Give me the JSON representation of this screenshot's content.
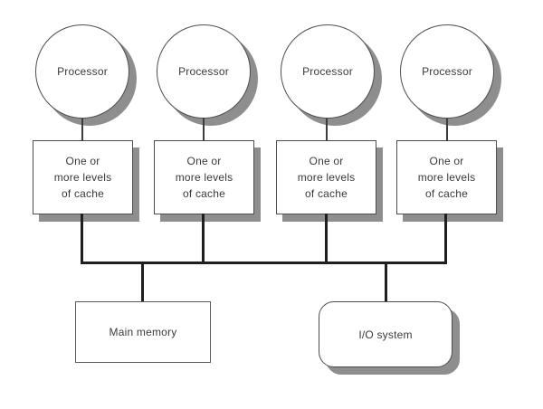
{
  "diagram": {
    "processors": [
      {
        "label": "Processor"
      },
      {
        "label": "Processor"
      },
      {
        "label": "Processor"
      },
      {
        "label": "Processor"
      }
    ],
    "caches": [
      {
        "label": "One or\nmore levels\nof cache"
      },
      {
        "label": "One or\nmore levels\nof cache"
      },
      {
        "label": "One or\nmore levels\nof cache"
      },
      {
        "label": "One or\nmore levels\nof cache"
      }
    ],
    "memory": {
      "label": "Main memory"
    },
    "io": {
      "label": "I/O system"
    }
  },
  "colors": {
    "bg": "#ffffff",
    "border": "#4d4d4d",
    "shadow": "#8e8e8e",
    "bus": "#1f1f1f",
    "text": "#3a3a3a"
  }
}
